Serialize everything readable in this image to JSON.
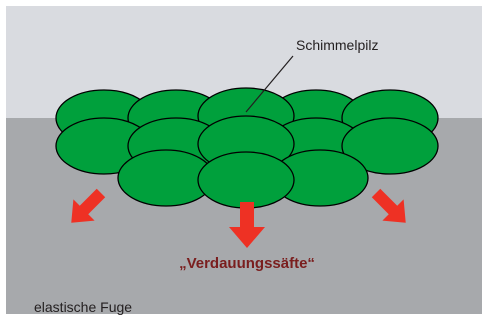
{
  "labels": {
    "mold": "Schimmelpilz",
    "juices": "„Verdauungssäfte“",
    "joint": "elastische Fuge"
  },
  "colors": {
    "air": "#d9dbe0",
    "joint": "#a7a9ac",
    "cell_fill": "#00a03c",
    "cell_stroke": "#000000",
    "arrow": "#ee3124",
    "juices_text": "#7a1e1e",
    "text": "#231f20"
  }
}
